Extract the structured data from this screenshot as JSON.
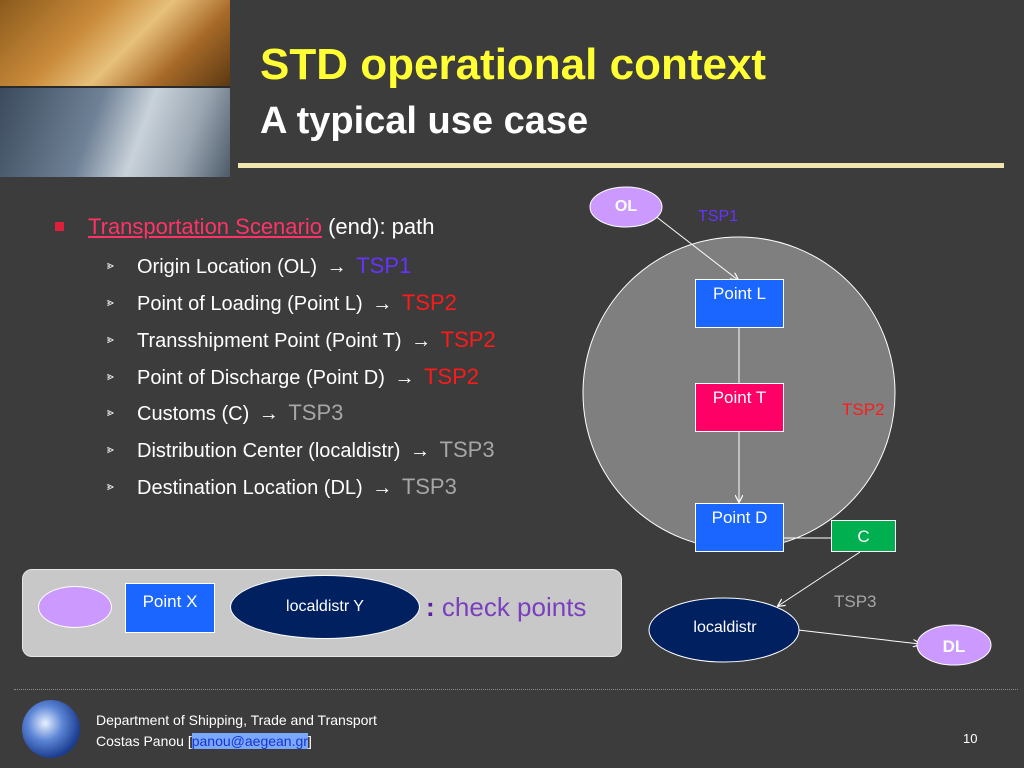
{
  "title": "STD operational context",
  "subtitle": "A typical use case",
  "bullets": {
    "main": {
      "link": "Transportation Scenario",
      "rest": " (end): path"
    },
    "items": [
      {
        "label": "Origin Location (OL)",
        "tsp": "TSP1",
        "color": "#6633ff"
      },
      {
        "label": "Point of Loading (Point L)",
        "tsp": "TSP2",
        "color": "#ff1a1a"
      },
      {
        "label": "Transshipment Point (Point T)",
        "tsp": "TSP2",
        "color": "#ff1a1a"
      },
      {
        "label": "Point of Discharge (Point D)",
        "tsp": "TSP2",
        "color": "#ff1a1a"
      },
      {
        "label": "Customs (C)",
        "tsp": "TSP3",
        "color": "#a6a6a6"
      },
      {
        "label": "Distribution Center (localdistr)",
        "tsp": "TSP3",
        "color": "#a6a6a6"
      },
      {
        "label": "Destination Location (DL)",
        "tsp": "TSP3",
        "color": "#a6a6a6"
      }
    ]
  },
  "diagram": {
    "ol": "OL",
    "tsp1": "TSP1",
    "point_l": "Point L",
    "point_t": "Point T",
    "point_d": "Point D",
    "tsp2": "TSP2",
    "c": "C",
    "tsp3": "TSP3",
    "localdistr": "localdistr",
    "dl": "DL"
  },
  "legend": {
    "point_x": "Point X",
    "localdistr_y": "localdistr Y",
    "colon": ":",
    "text": " check points"
  },
  "footer": {
    "line1": "Department of Shipping, Trade and Transport",
    "name": "Costas Panou [",
    "email": "panou@aegean.gr",
    "close": "]",
    "page": "10"
  },
  "colors": {
    "title": "#ffff33",
    "oval_purple": "#cc99ff",
    "box_blue": "#1a66ff",
    "box_pink": "#ff0066",
    "box_green": "#00b050",
    "oval_navy": "#002060"
  }
}
